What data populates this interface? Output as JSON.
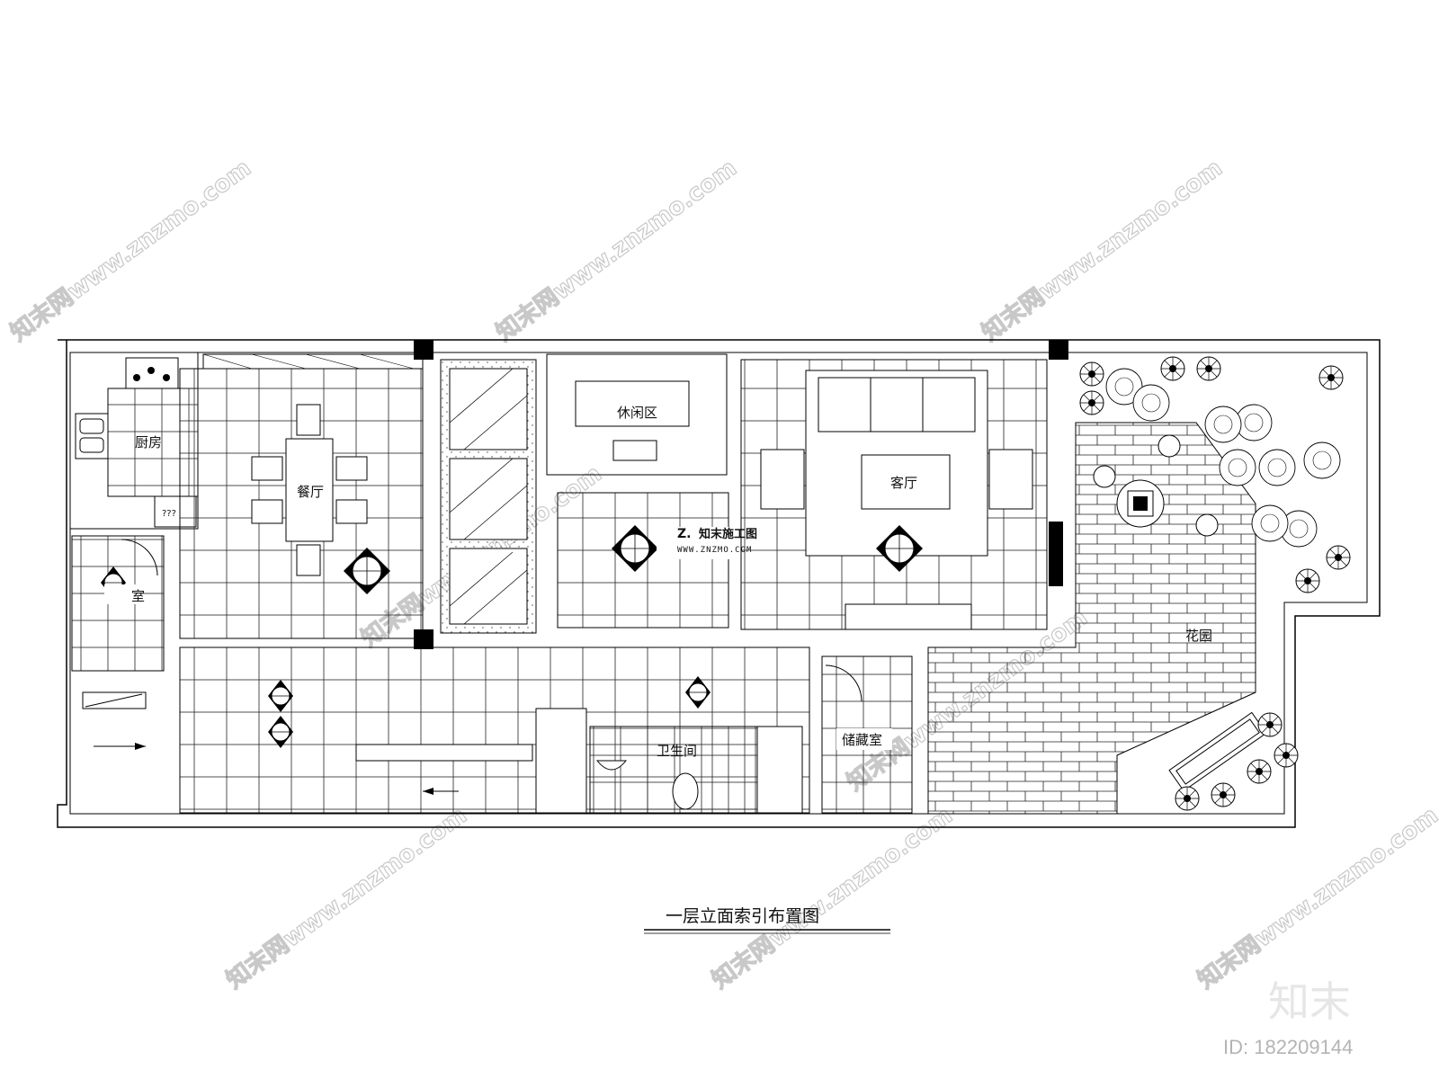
{
  "drawing": {
    "title": "一层立面索引布置图",
    "rooms": {
      "kitchen": "厨房",
      "dining": "餐厅",
      "leisure": "休闲区",
      "living": "客厅",
      "garden": "花园",
      "bathroom": "卫生间",
      "storage": "储藏室",
      "partial_room": "室",
      "unknown_box": "???"
    }
  },
  "branding": {
    "inline_logo_cn": "知末施工图",
    "inline_logo_en": "WWW.ZNZMO.COM",
    "watermark_text": "知末网www.znzmo.com",
    "corner_logo": "知末",
    "image_id": "ID: 182209144"
  },
  "icons": {
    "elevation_marker": "elevation-index-icon",
    "entry_arrow": "arrow-icon"
  }
}
